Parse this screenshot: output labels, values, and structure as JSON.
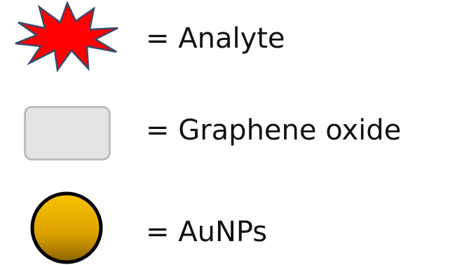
{
  "legend": {
    "items": [
      {
        "symbol": "red-explosion-star",
        "label": "= Analyte",
        "colors": {
          "fill": "#ff0000",
          "stroke": "#3a4a6b"
        }
      },
      {
        "symbol": "grey-rounded-rectangle",
        "label": "= Graphene oxide",
        "colors": {
          "fill": "#e3e3e3",
          "stroke": "#b5b5b5"
        }
      },
      {
        "symbol": "gold-circle",
        "label": "= AuNPs",
        "colors": {
          "fill_top": "#f9c400",
          "fill_bottom": "#8a6200",
          "stroke": "#000000"
        }
      }
    ]
  }
}
